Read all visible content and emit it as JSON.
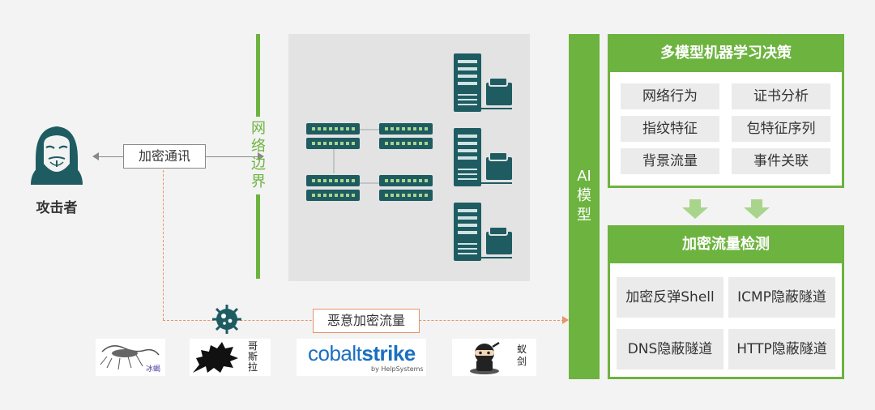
{
  "attacker": {
    "label": "攻击者"
  },
  "comm": {
    "label": "加密通讯"
  },
  "boundary": {
    "label": "网络边界"
  },
  "malicious": {
    "label": "恶意加密流量"
  },
  "tools": {
    "tool1": {
      "label": "冰蝎"
    },
    "tool2": {
      "label": "哥斯拉"
    },
    "tool3": {
      "brand": "cobaltstrike",
      "brand_a": "cobalt",
      "brand_b": "strike",
      "sub": "by HelpSystems"
    },
    "tool4": {
      "label": "蚁剑"
    }
  },
  "ai": {
    "label": "AI模型",
    "l1": "AI",
    "l2": "模",
    "l3": "型"
  },
  "decision": {
    "title": "多模型机器学习决策",
    "items": [
      "网络行为",
      "证书分析",
      "指纹特征",
      "包特征序列",
      "背景流量",
      "事件关联"
    ]
  },
  "detect": {
    "title": "加密流量检测",
    "items": [
      "加密反弹Shell",
      "ICMP隐蔽隧道",
      "DNS隐蔽隧道",
      "HTTP隐蔽隧道"
    ]
  },
  "colors": {
    "green": "#6db33f",
    "teal": "#1e5c62",
    "orange": "#e8946a"
  }
}
